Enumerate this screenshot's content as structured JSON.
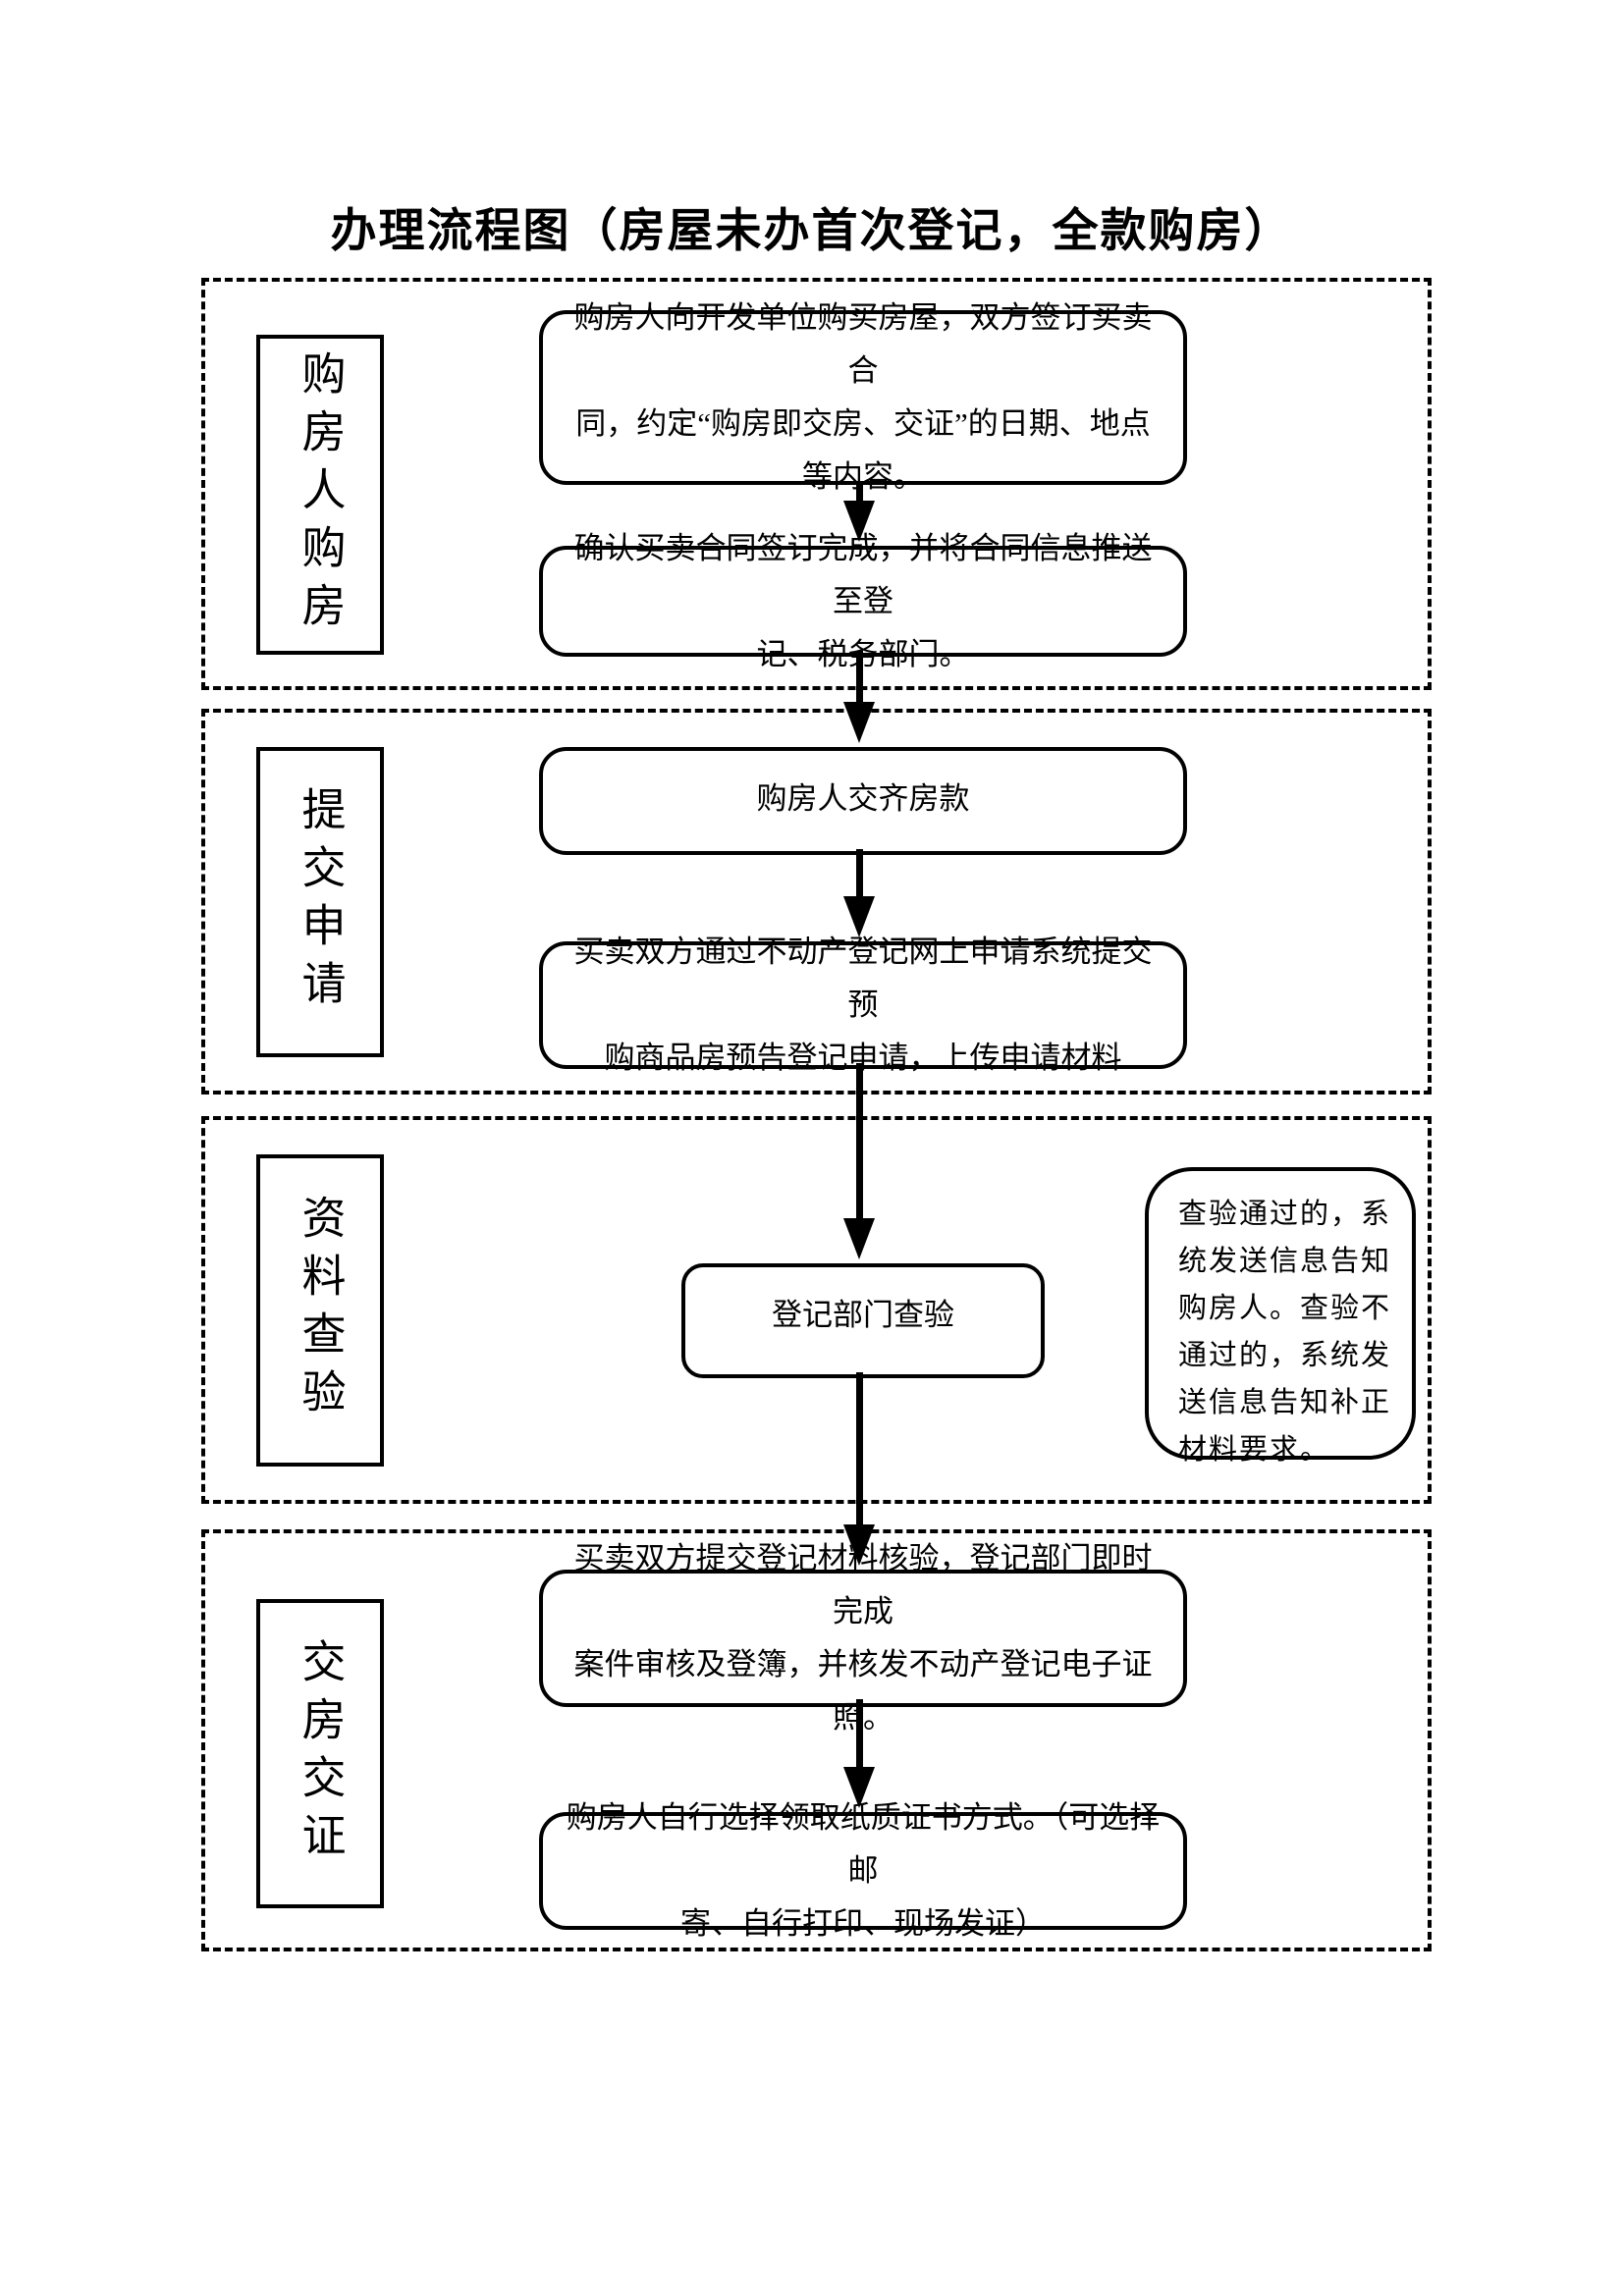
{
  "page": {
    "title": "办理流程图（房屋未办首次登记，全款购房）"
  },
  "sections": [
    {
      "label": "购房人购房",
      "boxes": [
        {
          "text": "购房人向开发单位购买房屋，双方签订买卖合\n同，约定“购房即交房、交证”的日期、地点\n等内容。"
        },
        {
          "text": "确认买卖合同签订完成，并将合同信息推送至登\n记、税务部门。"
        }
      ]
    },
    {
      "label": "提交申请",
      "boxes": [
        {
          "text": "购房人交齐房款"
        },
        {
          "text": "买卖双方通过不动产登记网上申请系统提交预\n购商品房预告登记申请，上传申请材料"
        }
      ]
    },
    {
      "label": "资料查验",
      "boxes": [
        {
          "text": "登记部门查验"
        }
      ],
      "note": "查验通过的，系\n统发送信息告知\n购房人。查验不\n通过的，系统发\n送信息告知补正\n材料要求。"
    },
    {
      "label": "交房交证",
      "boxes": [
        {
          "text": "买卖双方提交登记材料核验，登记部门即时完成\n案件审核及登簿，并核发不动产登记电子证照。"
        },
        {
          "text": "购房人自行选择领取纸质证书方式。（可选择邮\n寄、自行打印、现场发证）"
        }
      ]
    }
  ],
  "colors": {
    "ink": "#000000",
    "paper": "#ffffff"
  }
}
